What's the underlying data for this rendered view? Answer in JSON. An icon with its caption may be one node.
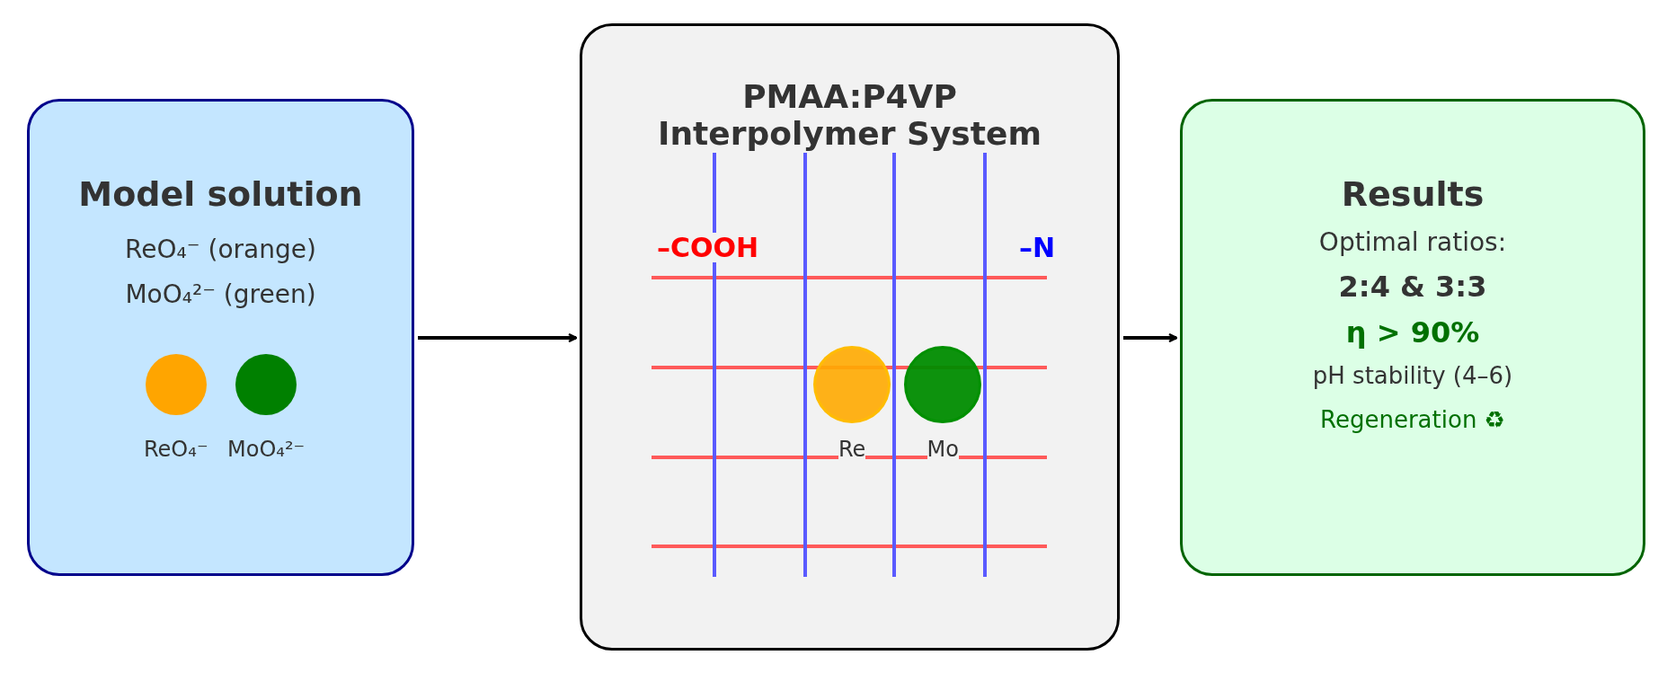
{
  "diagram": {
    "nodes": [
      {
        "text": [
          "Model solution",
          "ReO₄⁻ (orange)",
          "MoO₄²⁻ (green)"
        ]
      },
      {
        "text": [],
        "shape": "circle",
        "in": 0,
        "beside": [
          "ReO₄⁻"
        ]
      },
      {
        "text": [],
        "shape": "circle",
        "in": 0,
        "beside": [
          "MoO₄²⁻"
        ]
      },
      {
        "text": [
          "PMAA:P4VP Interpolymer System"
        ]
      },
      {
        "text": [],
        "shape": "circle",
        "in": 3,
        "beside": [
          "Re"
        ]
      },
      {
        "text": [],
        "shape": "circle",
        "in": 3,
        "beside": [
          "Mo"
        ]
      },
      {
        "text": [
          "Results",
          "Optimal ratios:",
          "2:4 & 3:3",
          "η > 90%",
          "pH stability (4–6)",
          "Regeneration ♻"
        ]
      }
    ],
    "edges": [
      {
        "from": 0,
        "to": 3,
        "arrow": "to"
      },
      {
        "from": 3,
        "to": 6,
        "arrow": "to"
      }
    ],
    "labels": [
      "–COOH",
      "–N"
    ]
  }
}
